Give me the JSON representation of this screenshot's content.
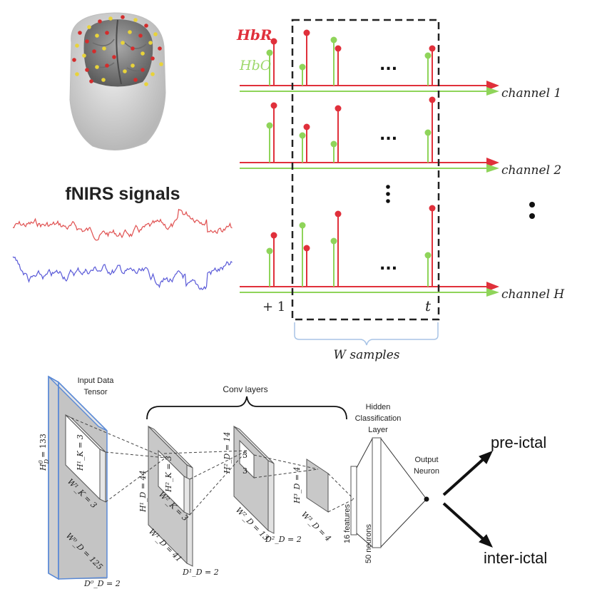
{
  "top": {
    "fnirs_title": "fNIRS signals",
    "legend_hbr": "HbR",
    "legend_hbo": "HbO",
    "channels": [
      "channel 1",
      "channel 2",
      "channel H"
    ],
    "ellipsis": "...",
    "start_label": "+ 1",
    "end_label": "t",
    "window_label": "W samples",
    "colors": {
      "hbr": "#e0303b",
      "hbo": "#8fd45a",
      "red_trace": "#e05050",
      "blue_trace": "#5a5ad8"
    }
  },
  "bottom": {
    "input_title_1": "Input Data",
    "input_title_2": "Tensor",
    "conv_title": "Conv layers",
    "hidden_1": "Hidden",
    "hidden_2": "Classification",
    "hidden_3": "Layer",
    "output_1": "Output",
    "output_2": "Neuron",
    "h0": "H",
    "h0_sup": "0",
    "h0_sub": "D",
    "h0_val": "= 133",
    "w0_val": "W⁰_D = 125",
    "d0_val": "D⁰_D = 2",
    "hk1": "H¹_K = 3",
    "wk1": "W¹_K = 3",
    "h1": "H¹_D = 44",
    "w1": "W¹_D = 41",
    "d1": "D¹_D = 2",
    "hk2": "H²_K = 3",
    "wk2": "W²_K = 3",
    "h2": "H²_D = 14",
    "w2": "W²_D = 13",
    "d2": "D²_D = 2",
    "k3a": "3",
    "k3b": "3",
    "h3": "H³_D = 4",
    "w3": "W³_D = 4",
    "features": "16 features",
    "neurons": "50 neurons",
    "pre_ictal": "pre-ictal",
    "inter_ictal": "inter-ictal"
  }
}
